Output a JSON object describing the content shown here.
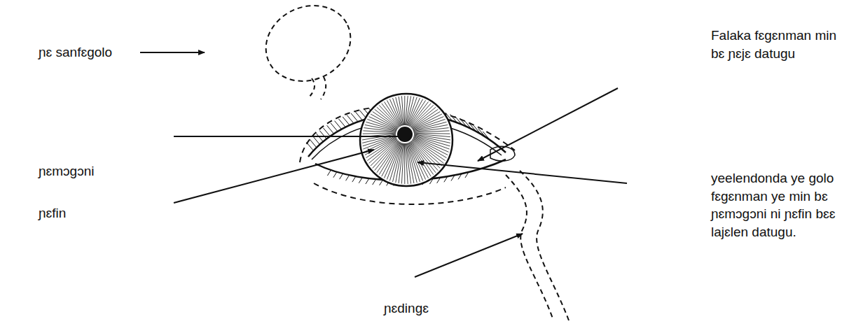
{
  "diagram": {
    "labels": [
      "ɲɛ sanfɛgolo",
      "ɲɛmɔgɔni",
      "ɲɛfin",
      "Falaka fɛgɛnman min bɛ ɲɛjɛ datugu",
      "yeelendonda ye golo fɛgɛnman ye min bɛ ɲɛmɔgɔni ni ɲɛfin bɛɛ lajɛlen datugu.",
      "ɲɛdingɛ"
    ]
  }
}
